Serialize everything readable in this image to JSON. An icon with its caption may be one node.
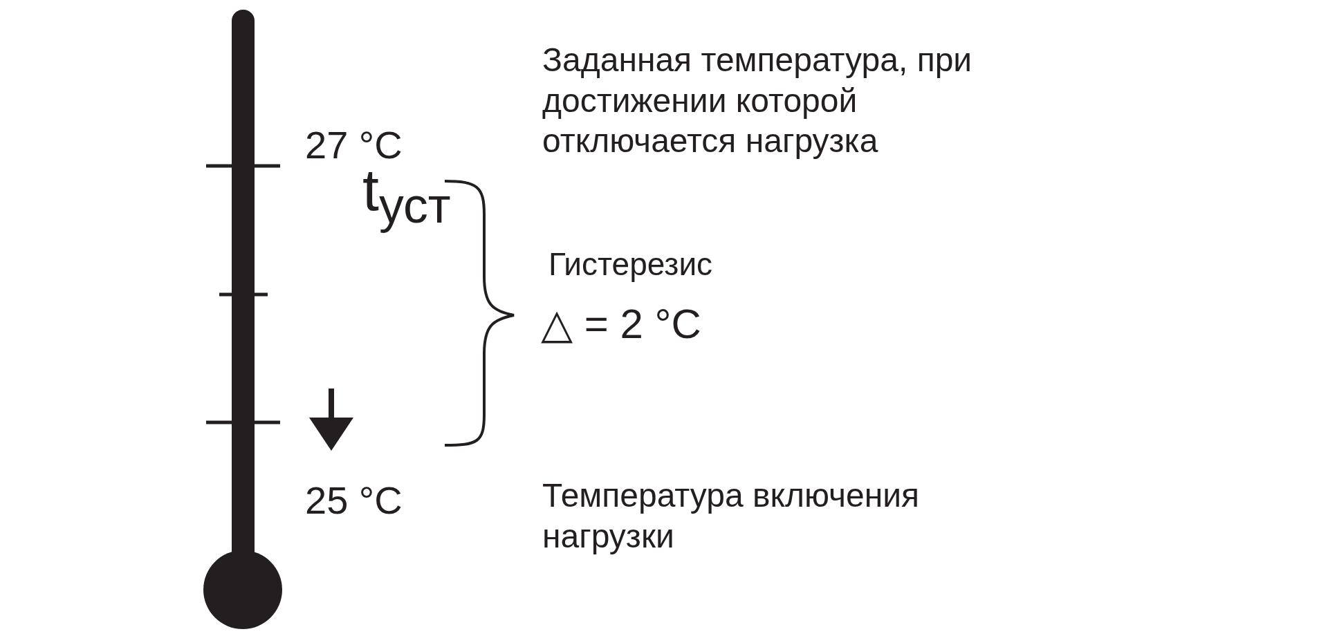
{
  "diagram": {
    "labels": [
      "Заданная температура, при достижении которой отключается нагрузка",
      "27 °C",
      "t$_{уст}$",
      "Гистерезис",
      "△ = 2 °C",
      "25 °C",
      "Температура включения нагрузки"
    ]
  }
}
